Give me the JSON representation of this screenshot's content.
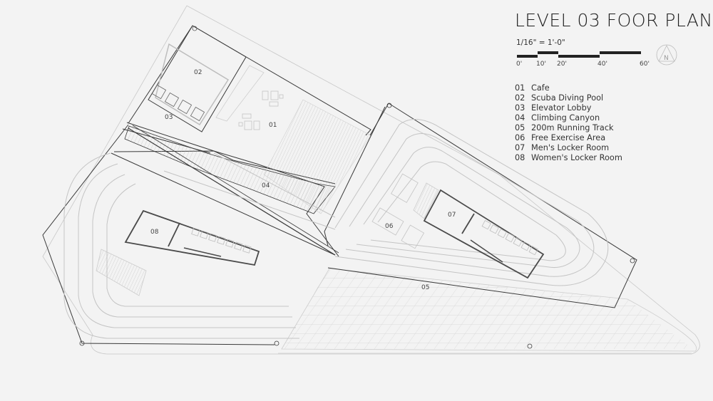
{
  "title": "LEVEL 03 FOOR PLAN",
  "scale": {
    "ratio": "1/16\" = 1'-0\"",
    "ticks": [
      "0'",
      "10'",
      "20'",
      "40'",
      "60'"
    ]
  },
  "north_arrow": {
    "label": "N"
  },
  "legend": [
    {
      "num": "01",
      "name": "Cafe"
    },
    {
      "num": "02",
      "name": "Scuba Diving Pool"
    },
    {
      "num": "03",
      "name": "Elevator Lobby"
    },
    {
      "num": "04",
      "name": "Climbing Canyon"
    },
    {
      "num": "05",
      "name": "200m Running Track"
    },
    {
      "num": "06",
      "name": "Free Exercise Area"
    },
    {
      "num": "07",
      "name": "Men's Locker Room"
    },
    {
      "num": "08",
      "name": "Women's Locker Room"
    }
  ],
  "room_labels": {
    "r01": "01",
    "r02": "02",
    "r03": "03",
    "r04": "04",
    "r05": "05",
    "r06": "06",
    "r07": "07",
    "r08": "08"
  },
  "colors": {
    "background": "#f3f3f3",
    "wall": "#3a3a3a",
    "thin": "#b5b5b5",
    "text": "#222222"
  }
}
